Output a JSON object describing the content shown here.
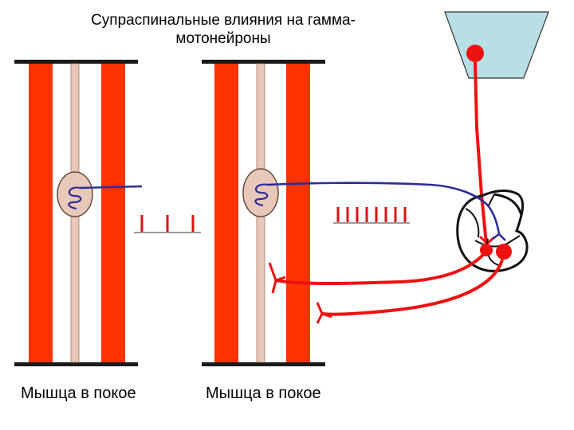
{
  "title": {
    "line1": "Супраспинальные влияния на гамма-",
    "line2": "мотонейроны"
  },
  "captions": {
    "left": "Мышца в покое",
    "right": "Мышца в покое"
  },
  "spikes": {
    "left_count": 3,
    "right_count": 8
  },
  "colors": {
    "muscle_fiber": "#ff3300",
    "spindle_fiber": "#e8c8b8",
    "bar": "#1a1a1a",
    "afferent": "#2b2b9a",
    "efferent": "#ee1111",
    "brain_region": "#b8dfe6",
    "spike": "#dd1111"
  }
}
